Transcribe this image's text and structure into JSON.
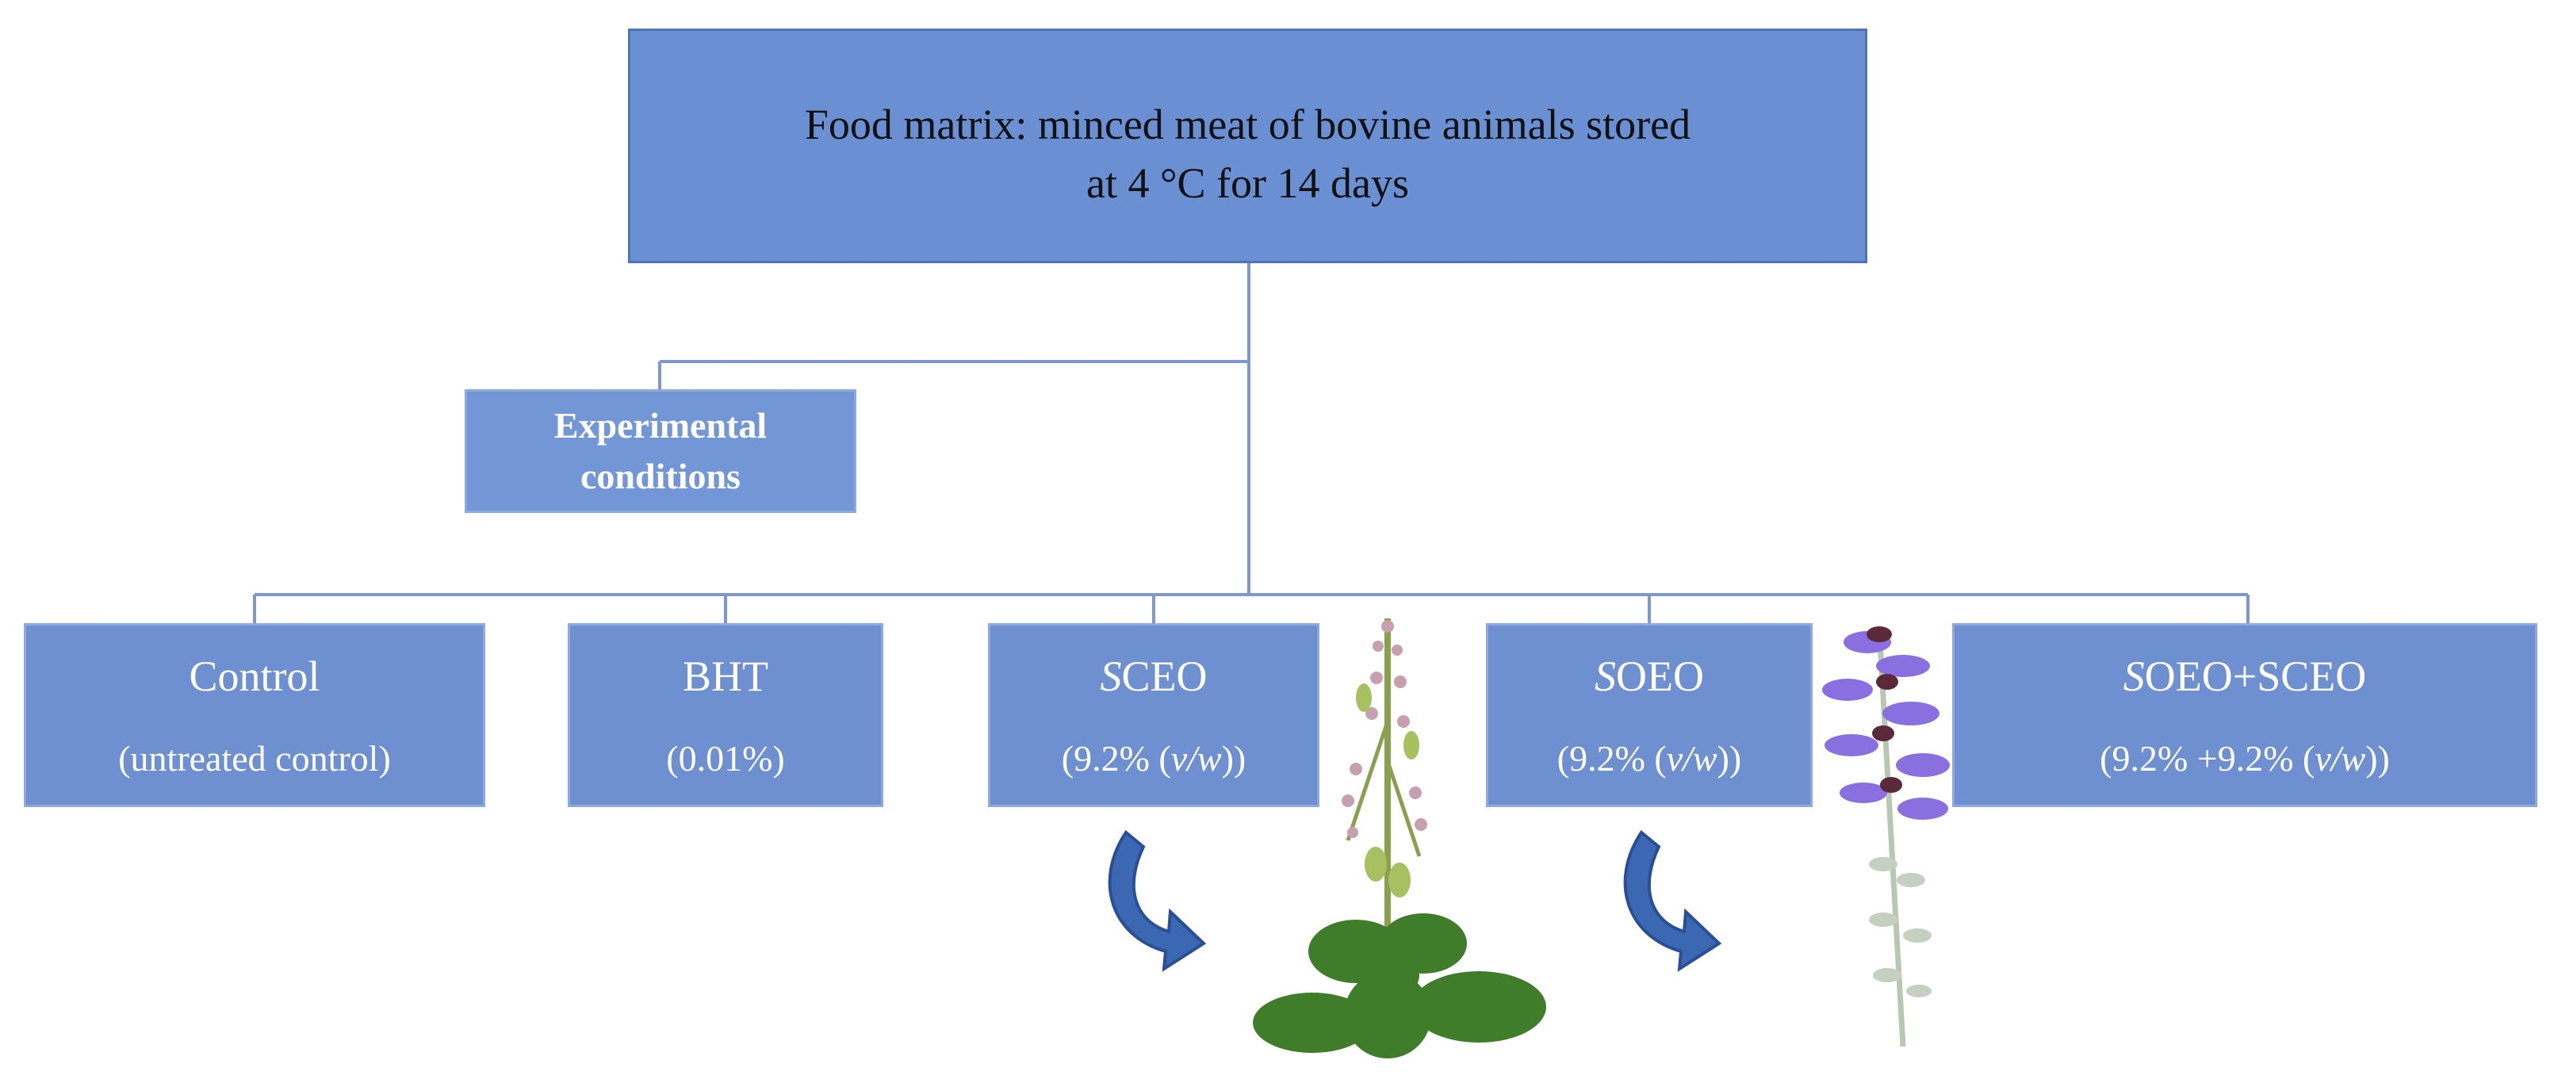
{
  "root": {
    "line1": "Food matrix: minced meat of bovine animals stored",
    "line2": "at 4 °C for 14 days"
  },
  "conditions_label": {
    "line1": "Experimental",
    "line2": "conditions"
  },
  "treatments": [
    {
      "name_italic": "",
      "name_rest": "Control",
      "detail_pre": "(untreated control)",
      "detail_italic": "",
      "detail_post": ""
    },
    {
      "name_italic": "",
      "name_rest": "BHT",
      "detail_pre": "(0.01%)",
      "detail_italic": "",
      "detail_post": ""
    },
    {
      "name_italic": "S",
      "name_rest": "CEO",
      "detail_pre": "(9.2% (",
      "detail_italic": "v/w",
      "detail_post": "))"
    },
    {
      "name_italic": "S",
      "name_rest": "OEO",
      "detail_pre": "(9.2% (",
      "detail_italic": "v/w",
      "detail_post": "))"
    },
    {
      "name_italic": "S",
      "name_rest": "OEO+SCEO",
      "detail_pre": "(9.2% +9.2% (",
      "detail_italic": "v/w",
      "detail_post": "))"
    }
  ],
  "colors": {
    "box_fill": "#6f90d0",
    "line": "#7e98cf",
    "arrow": "#3b67b3",
    "sclarea_leaf": "#3f7d2a",
    "officinalis_flower": "#8a6fe0"
  },
  "icons": [
    "curved-arrow-icon",
    "clary-sage-plant-icon",
    "sage-flower-plant-icon"
  ]
}
